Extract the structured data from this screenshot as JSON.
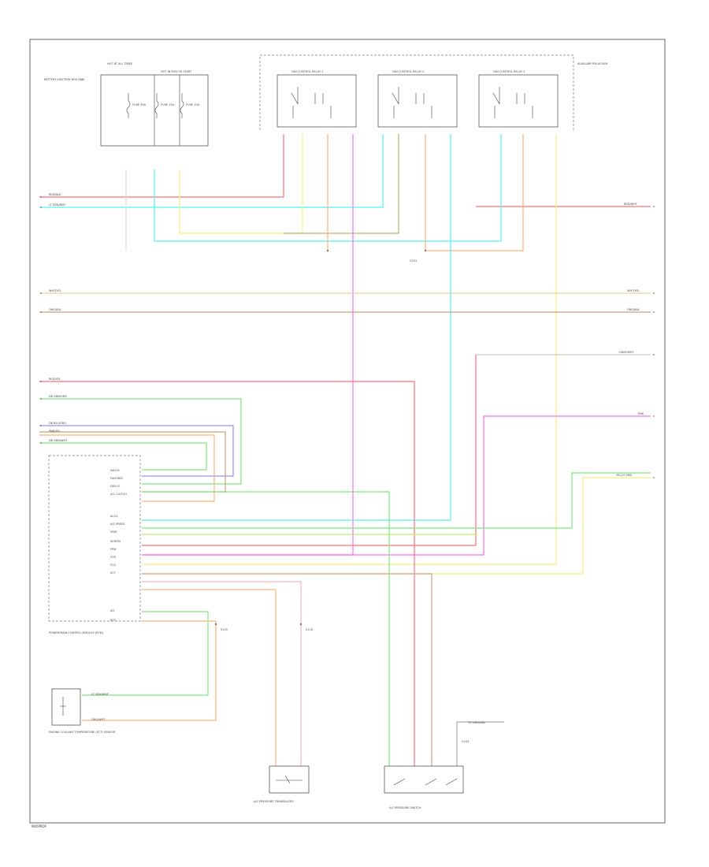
{
  "page_label": "W/OPROF",
  "fuse_box": {
    "title_left": "BATTERY JUNCTION BOX (BJB)",
    "title_mid": "HOT AT ALL TIMES",
    "title_right": "HOT IN RUN OR START",
    "fuse_a": "FUSE 30A",
    "fuse_b": "FUSE 15A",
    "fuse_c": "FUSE 10A"
  },
  "relay_box": {
    "title": "AUXILIARY RELAY BOX",
    "relay_1": "FAN CONTROL RELAY 1",
    "relay_2": "FAN CONTROL RELAY 2",
    "relay_3": "FAN CONTROL RELAY 3"
  },
  "wire_labels": {
    "red_blk": "RED/BLK",
    "lt_grn_red": "LT GRN/RED",
    "wht_yel": "WHT/YEL",
    "org_blk": "ORG/BLK",
    "red_yel": "RED/YEL",
    "dk_grn_org": "DK GRN/ORG",
    "dk_blu_org": "DK BLU/ORG",
    "pnk_yel": "PNK/YEL",
    "dk_grn_wht": "DK GRN/WHT",
    "red_wht": "RED/WHT",
    "gray_wht": "GRAY/WHT",
    "pnk": "PNK",
    "yel_lt_grn": "YEL/LT GRN",
    "lt_grn_wht": "LT GRN/WHT",
    "org_wht": "ORG/WHT",
    "ground": "G101",
    "ground_2": "G103",
    "splice_1": "S115",
    "splice_2": "S116"
  },
  "pcm": {
    "title": "POWERTRAIN CONTROL MODULE (PCM)",
    "pins": [
      "FAN HI",
      "FAN MED",
      "FAN LO",
      "A/C CLUTCH",
      "ACCS",
      "A/C PRESS",
      "VREF",
      "SIGRTN",
      "FPW",
      "FCR",
      "FCS",
      "ECT",
      "IAT",
      "EOT"
    ]
  },
  "sensors": {
    "ect_sensor": "ENGINE COOLANT TEMPERATURE (ECT) SENSOR",
    "trans_sensor": "A/C PRESSURE TRANSDUCER",
    "pressure_switch": "A/C PRESSURE SWITCH",
    "ground_note": "TO GROUND"
  },
  "colors": {
    "red": "#ff6f7c",
    "cyan": "#52f2f2",
    "yellow": "#f2f07a",
    "pink": "#ff6cf2",
    "orange": "#ffb27a",
    "green": "#7ce87c",
    "tan": "#e8d29a",
    "brown": "#c8a07c",
    "purple": "#9a8cff"
  }
}
